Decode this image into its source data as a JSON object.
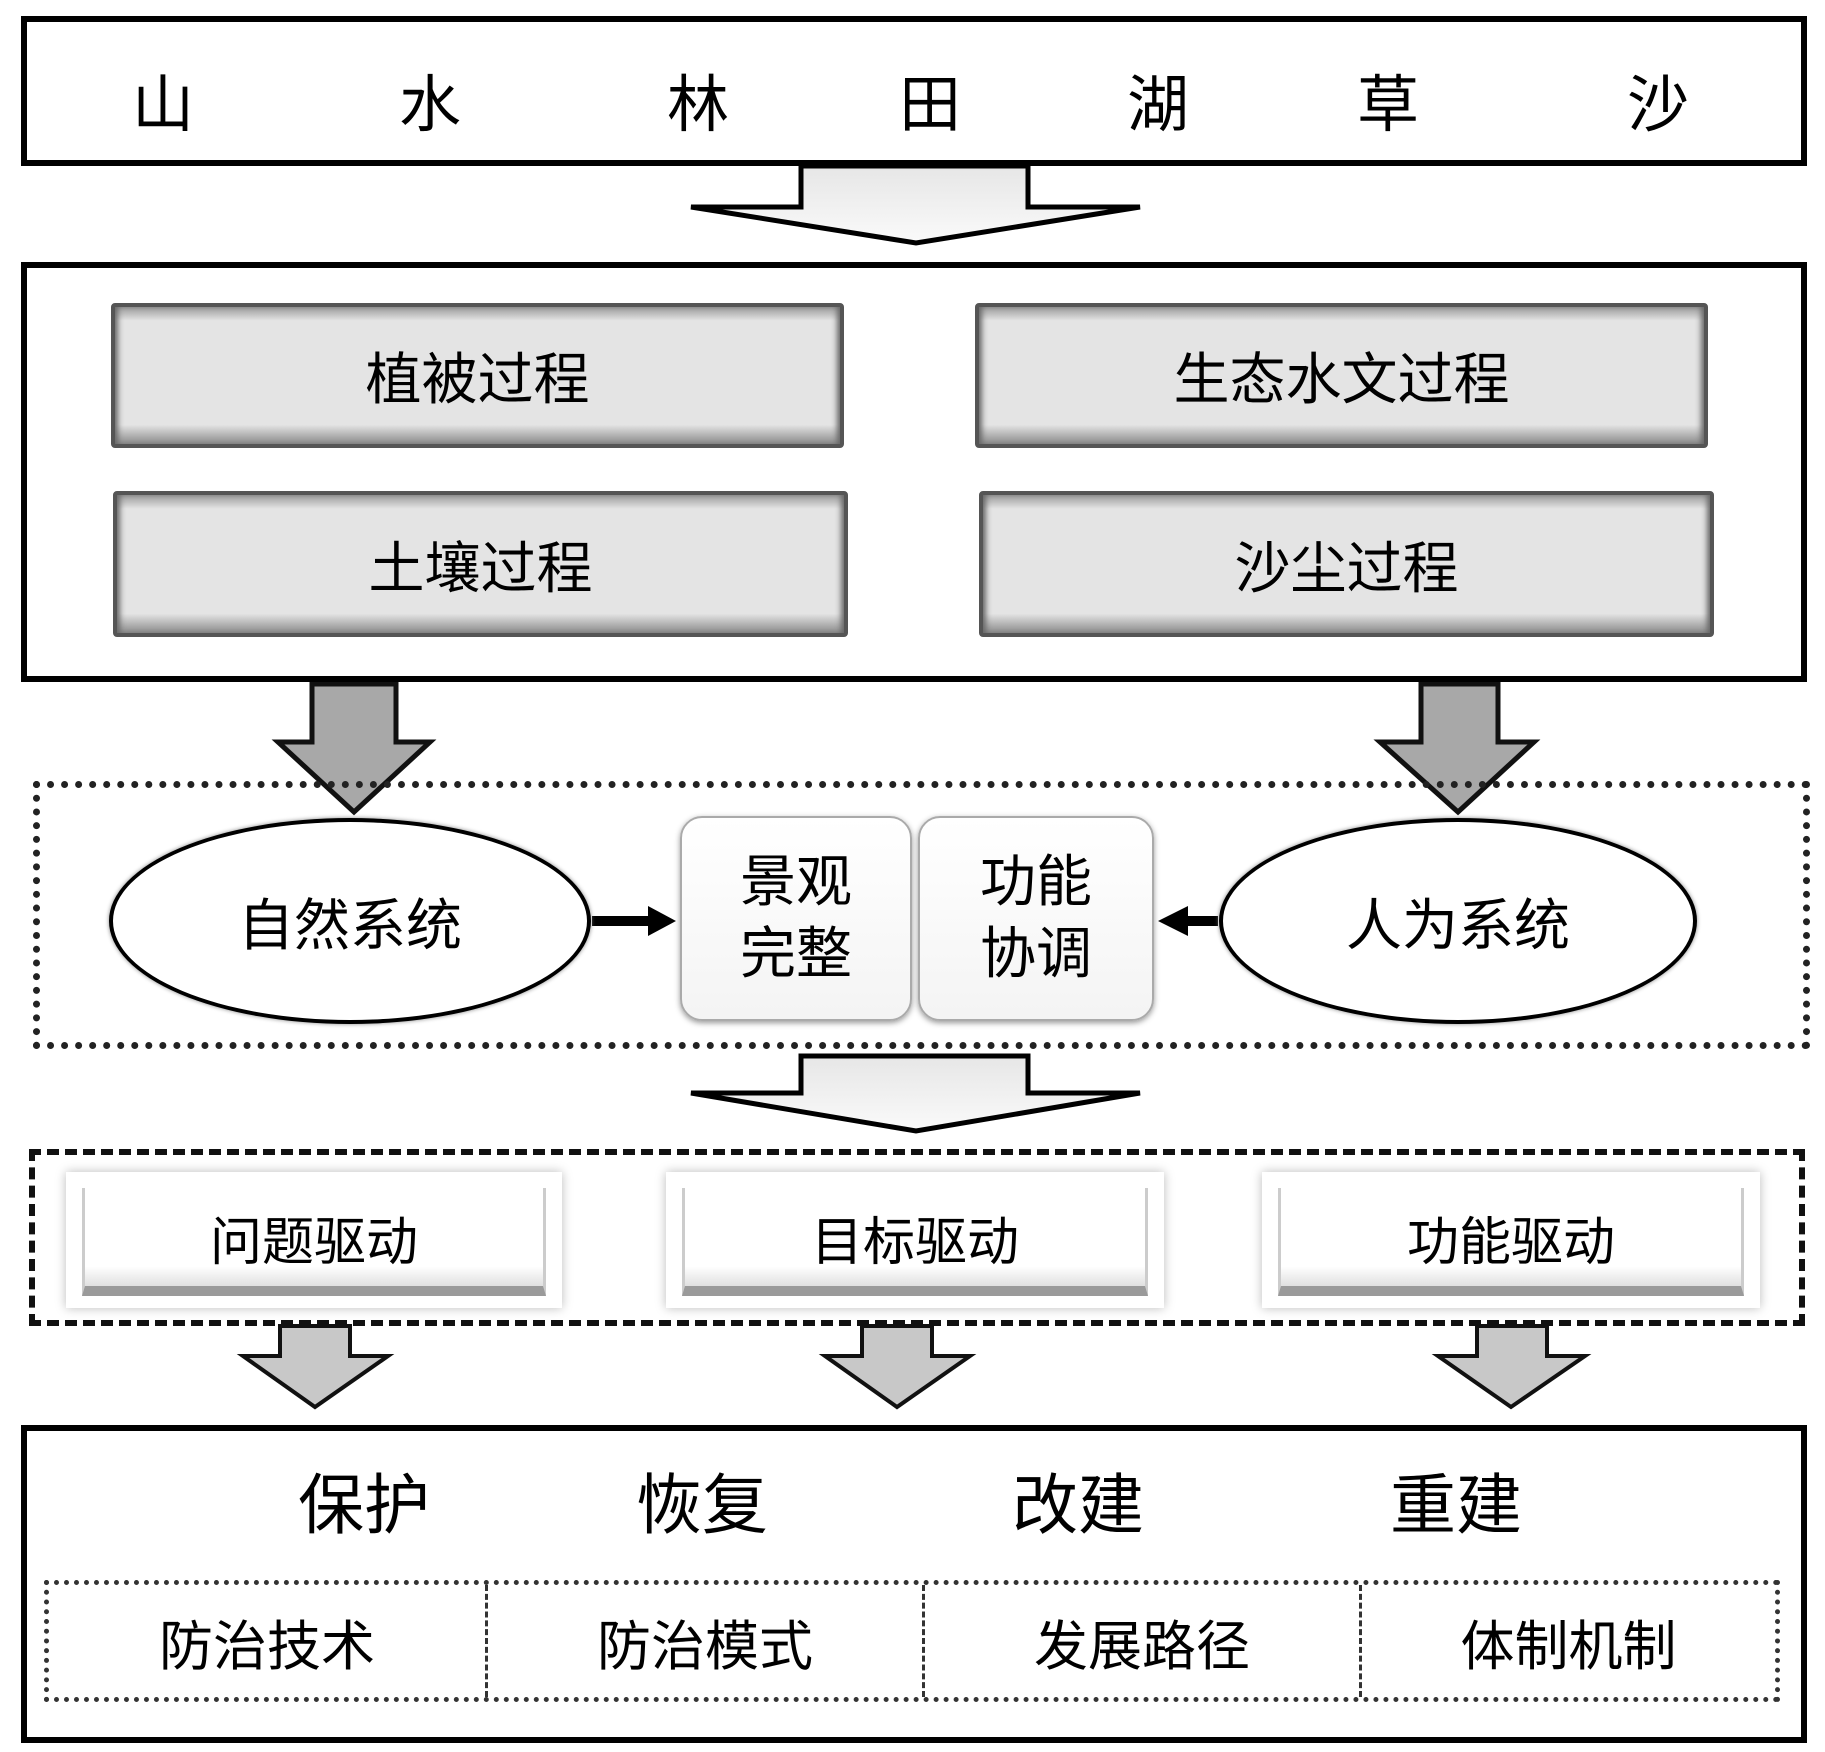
{
  "top_row": {
    "elements": [
      "山",
      "水",
      "林",
      "田",
      "湖",
      "草",
      "沙"
    ]
  },
  "processes": {
    "items": [
      "植被过程",
      "生态水文过程",
      "土壤过程",
      "沙尘过程"
    ]
  },
  "systems": {
    "natural": "自然系统",
    "human": "人为系统",
    "center_left": [
      "景观",
      "完整"
    ],
    "center_right": [
      "功能",
      "协调"
    ]
  },
  "drivers": {
    "items": [
      "问题驱动",
      "目标驱动",
      "功能驱动"
    ]
  },
  "outcomes": {
    "actions": [
      "保护",
      "恢复",
      "改建",
      "重建"
    ],
    "measures": [
      "防治技术",
      "防治模式",
      "发展路径",
      "体制机制"
    ]
  }
}
